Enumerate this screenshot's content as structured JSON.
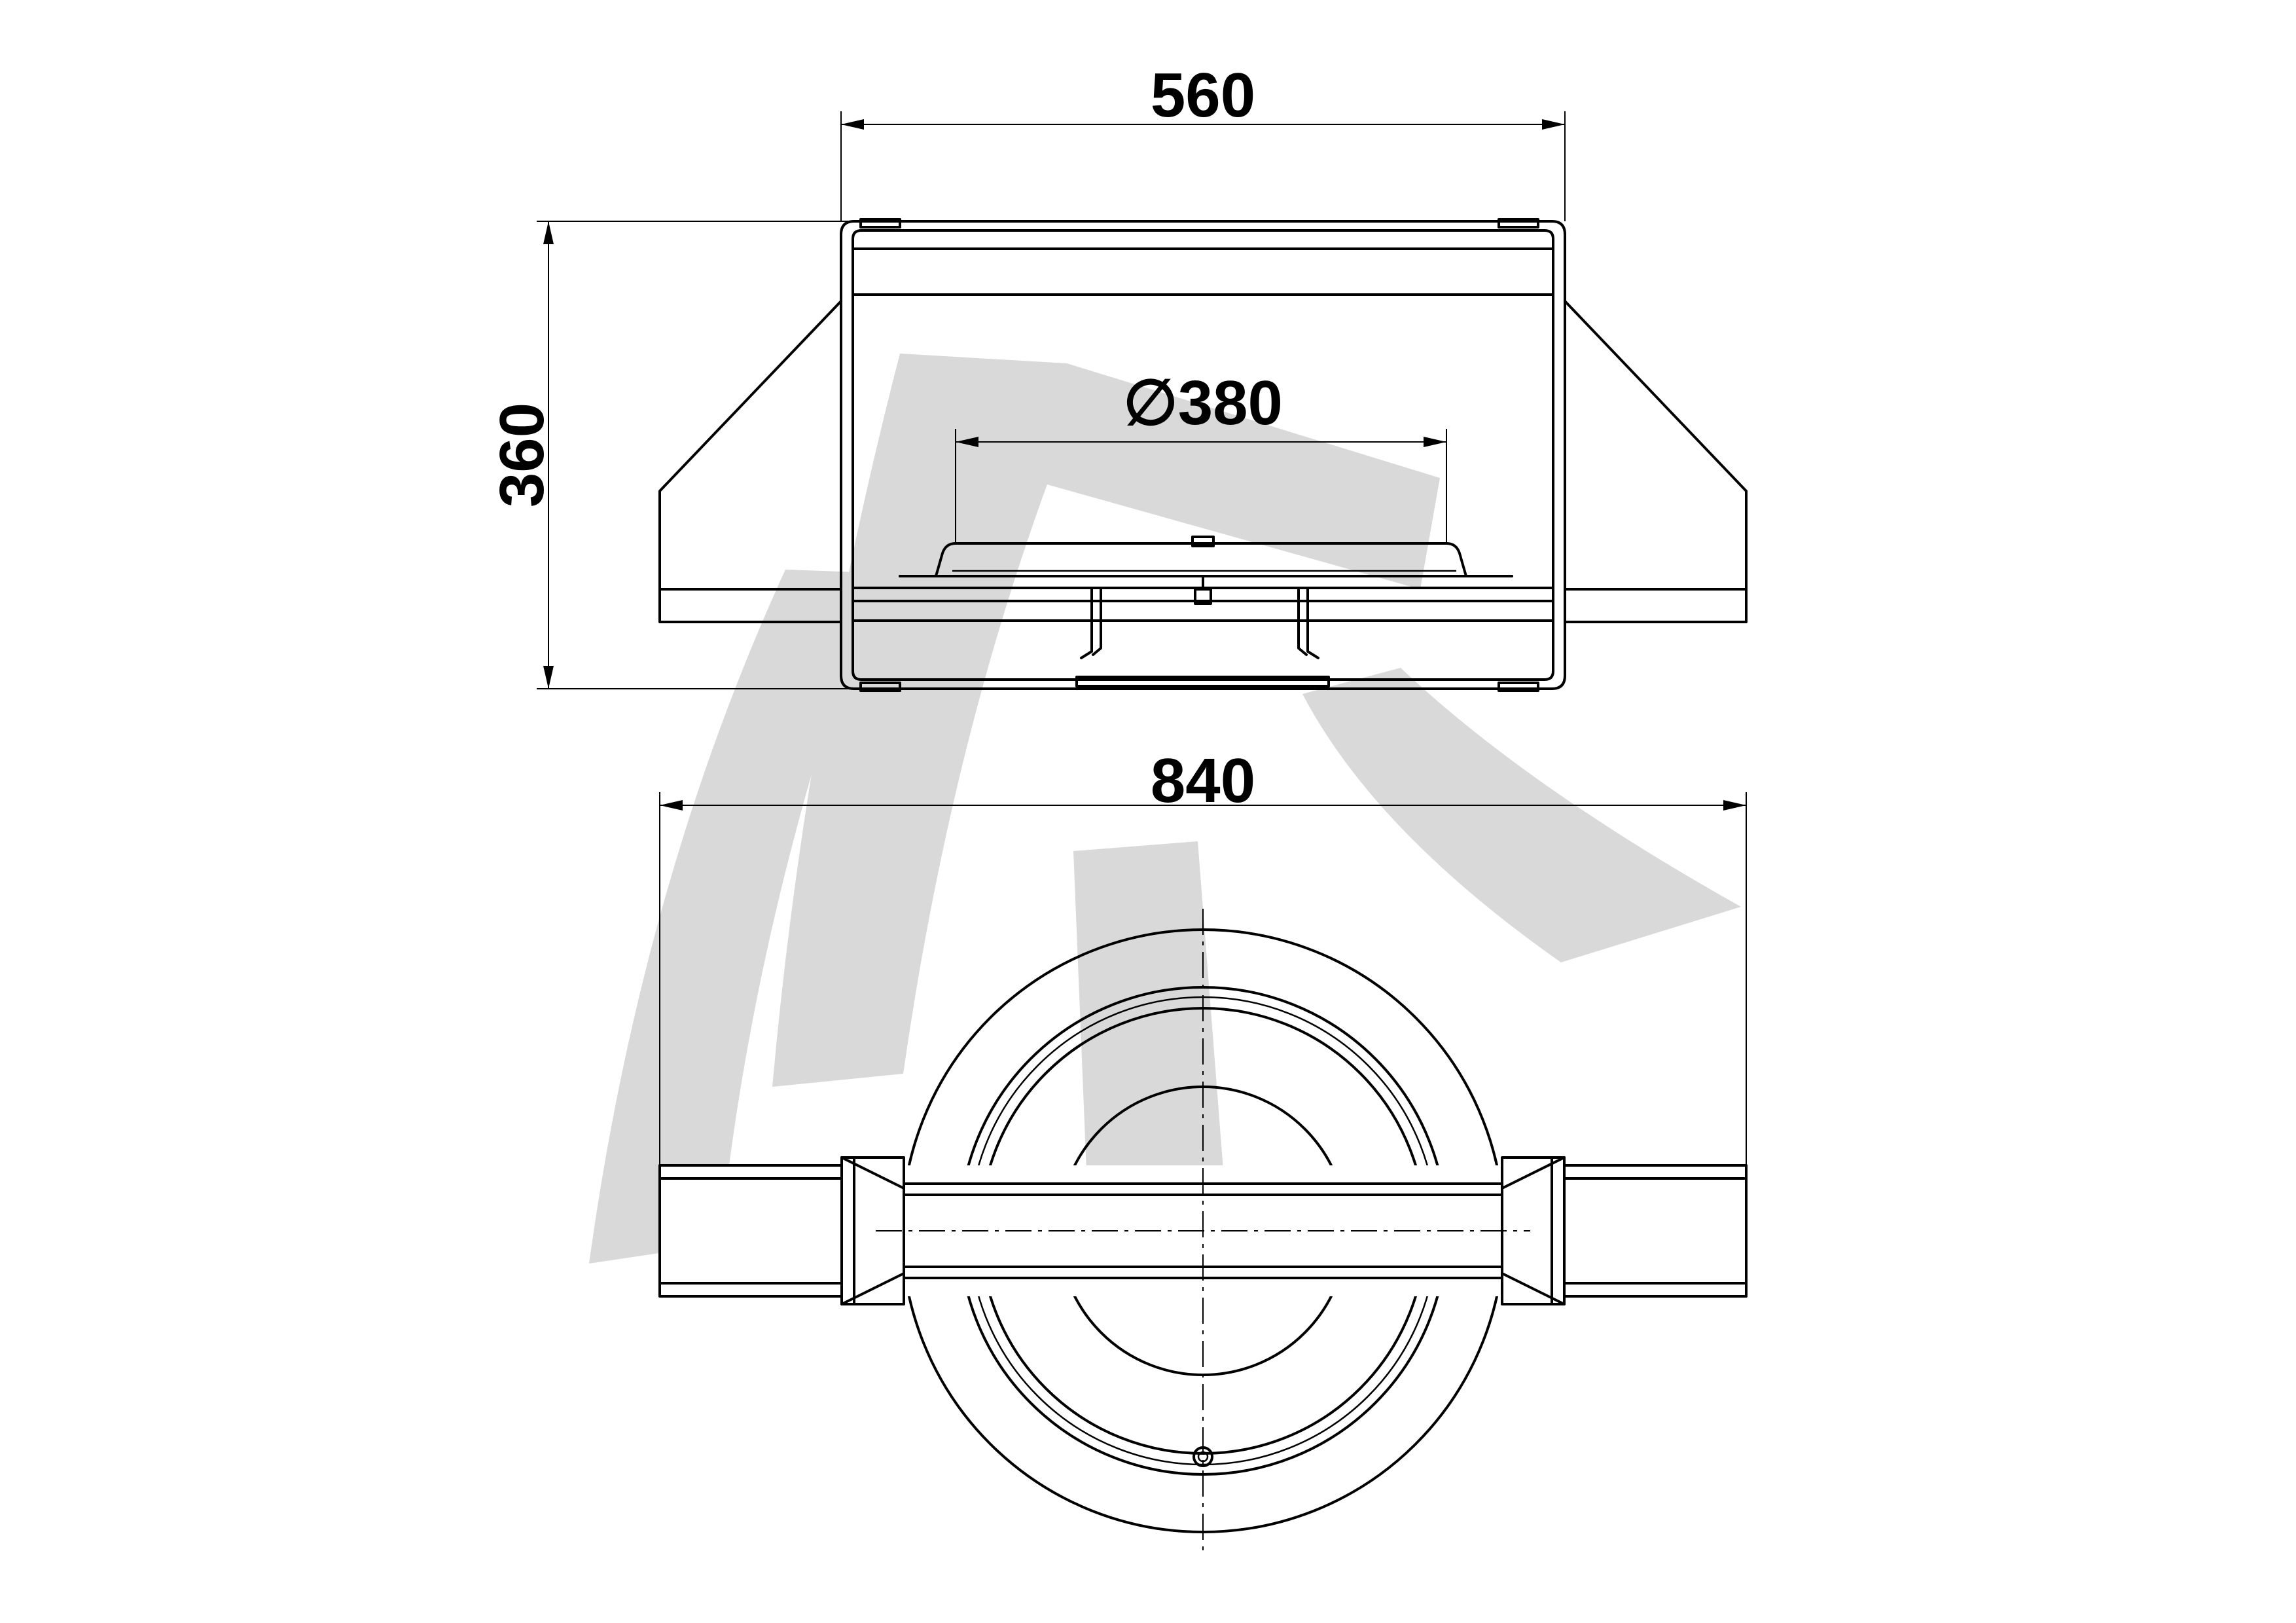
{
  "dimensions": {
    "top_width": "560",
    "height": "360",
    "diameter": "380",
    "diameter_symbol": "∅",
    "overall_width": "840"
  }
}
